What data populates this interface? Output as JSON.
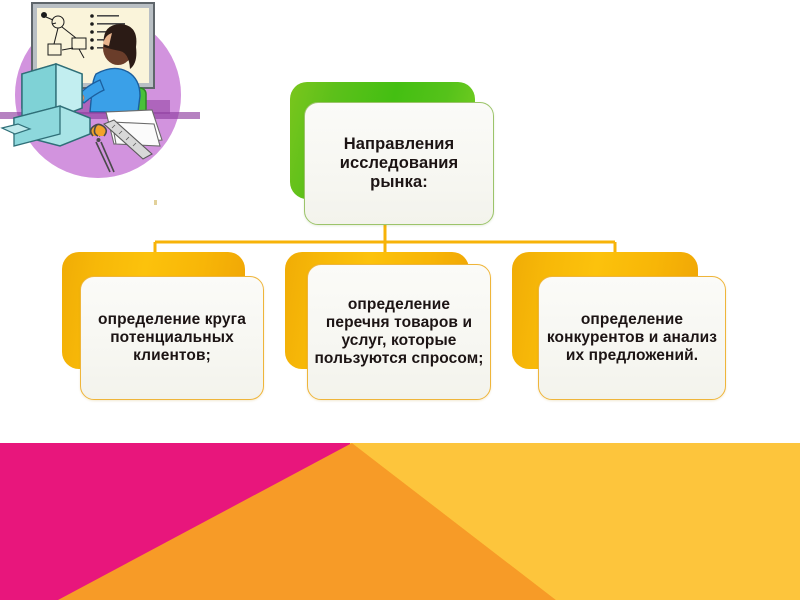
{
  "slide": {
    "background_color": "#ffffff",
    "illustration": {
      "name": "classroom-whiteboard-computer-clipart",
      "description": "Person at whiteboard with diagram, desktop computer, scissors, ruler and papers on purple circle",
      "circle_color": "#d69ae0",
      "board_color": "#fdfdf5",
      "monitor_color": "#9fdfe0",
      "person_shirt_color": "#3aa0e8",
      "chair_color": "#49c13a"
    }
  },
  "diagram": {
    "type": "hierarchy",
    "root": {
      "id": "root",
      "text": "Направления исследования рынка:",
      "accent_color": "#5cc01a",
      "card_color": "#f7f7f2",
      "border_color": "#9cc46a",
      "text_color": "#1c1414"
    },
    "children": [
      {
        "id": "child-1",
        "text": "определение круга потенциальных клиентов;",
        "accent_color": "#f9ba08",
        "card_color": "#f7f7f2",
        "border_color": "#efb53a",
        "text_color": "#1c1414"
      },
      {
        "id": "child-2",
        "text": "определение перечня товаров и услуг, которые пользуются спросом;",
        "accent_color": "#f9ba08",
        "card_color": "#f7f7f2",
        "border_color": "#efb53a",
        "text_color": "#1c1414"
      },
      {
        "id": "child-3",
        "text": "определение конкурентов и анализ их предложений.",
        "accent_color": "#f9ba08",
        "card_color": "#f7f7f2",
        "border_color": "#efb53a",
        "text_color": "#1c1414"
      }
    ],
    "connector_color": "#f7b308"
  },
  "footer_band": {
    "pink_color": "#e8167c",
    "orange_color": "#f79b27",
    "yellow_color": "#fdc53c"
  }
}
